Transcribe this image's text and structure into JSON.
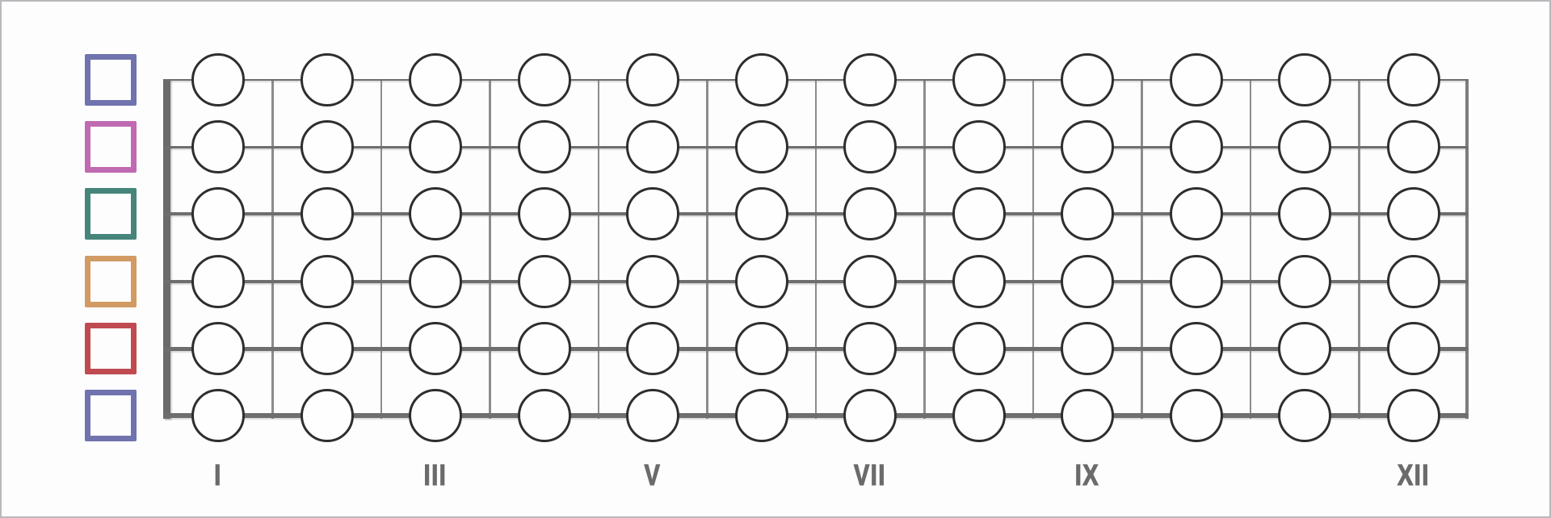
{
  "app": {
    "title": "guitar-fretboard-diagram",
    "background": "#fdfdfe",
    "frame_border_color": "#b9b9bd"
  },
  "string_selectors": {
    "items": [
      {
        "string": 1,
        "color": "#7173ae"
      },
      {
        "string": 2,
        "color": "#c06ab1"
      },
      {
        "string": 3,
        "color": "#46857a"
      },
      {
        "string": 4,
        "color": "#d19b63"
      },
      {
        "string": 5,
        "color": "#bf4b51"
      },
      {
        "string": 6,
        "color": "#7173ae"
      }
    ]
  },
  "fretboard": {
    "string_count": 6,
    "fret_count": 12,
    "note_circles": {
      "state": "empty",
      "fill": "#fefefe",
      "outline": "#2e2e2e"
    },
    "colors": {
      "string_line": "#6e6e6e",
      "nut": "#6a6a6a",
      "fret_line": "#8c8c8c",
      "board_edge": "#7c7c7c",
      "marker_text": "#6b6b6b"
    },
    "fret_markers": [
      {
        "fret": 1,
        "label": "I"
      },
      {
        "fret": 3,
        "label": "III"
      },
      {
        "fret": 5,
        "label": "V"
      },
      {
        "fret": 7,
        "label": "VII"
      },
      {
        "fret": 9,
        "label": "IX"
      },
      {
        "fret": 12,
        "label": "XII"
      }
    ]
  }
}
